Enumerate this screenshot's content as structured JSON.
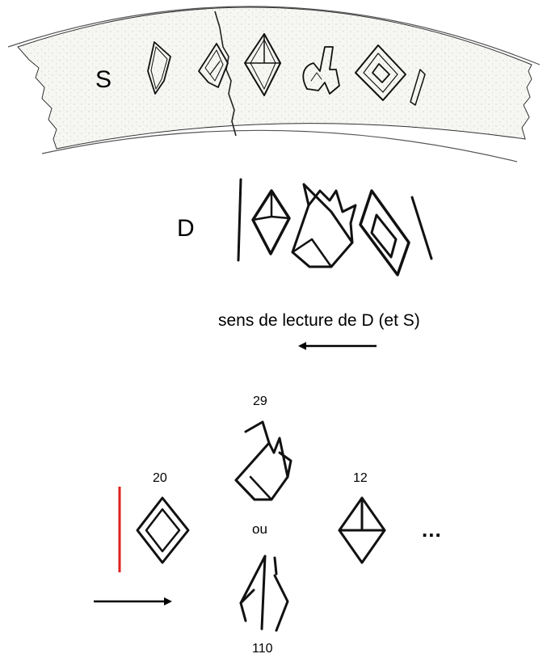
{
  "labels": {
    "stone_label": "S",
    "drawing_label": "D",
    "reading_direction": "sens de lecture de D (et S)"
  },
  "signs": {
    "left": "20",
    "top": "29",
    "connector": "ou",
    "bottom": "110",
    "right": "12",
    "continuation": "..."
  },
  "colors": {
    "divider_line": "#e0201c",
    "ink": "#111111",
    "stone_fill": "#f4f4f1"
  }
}
